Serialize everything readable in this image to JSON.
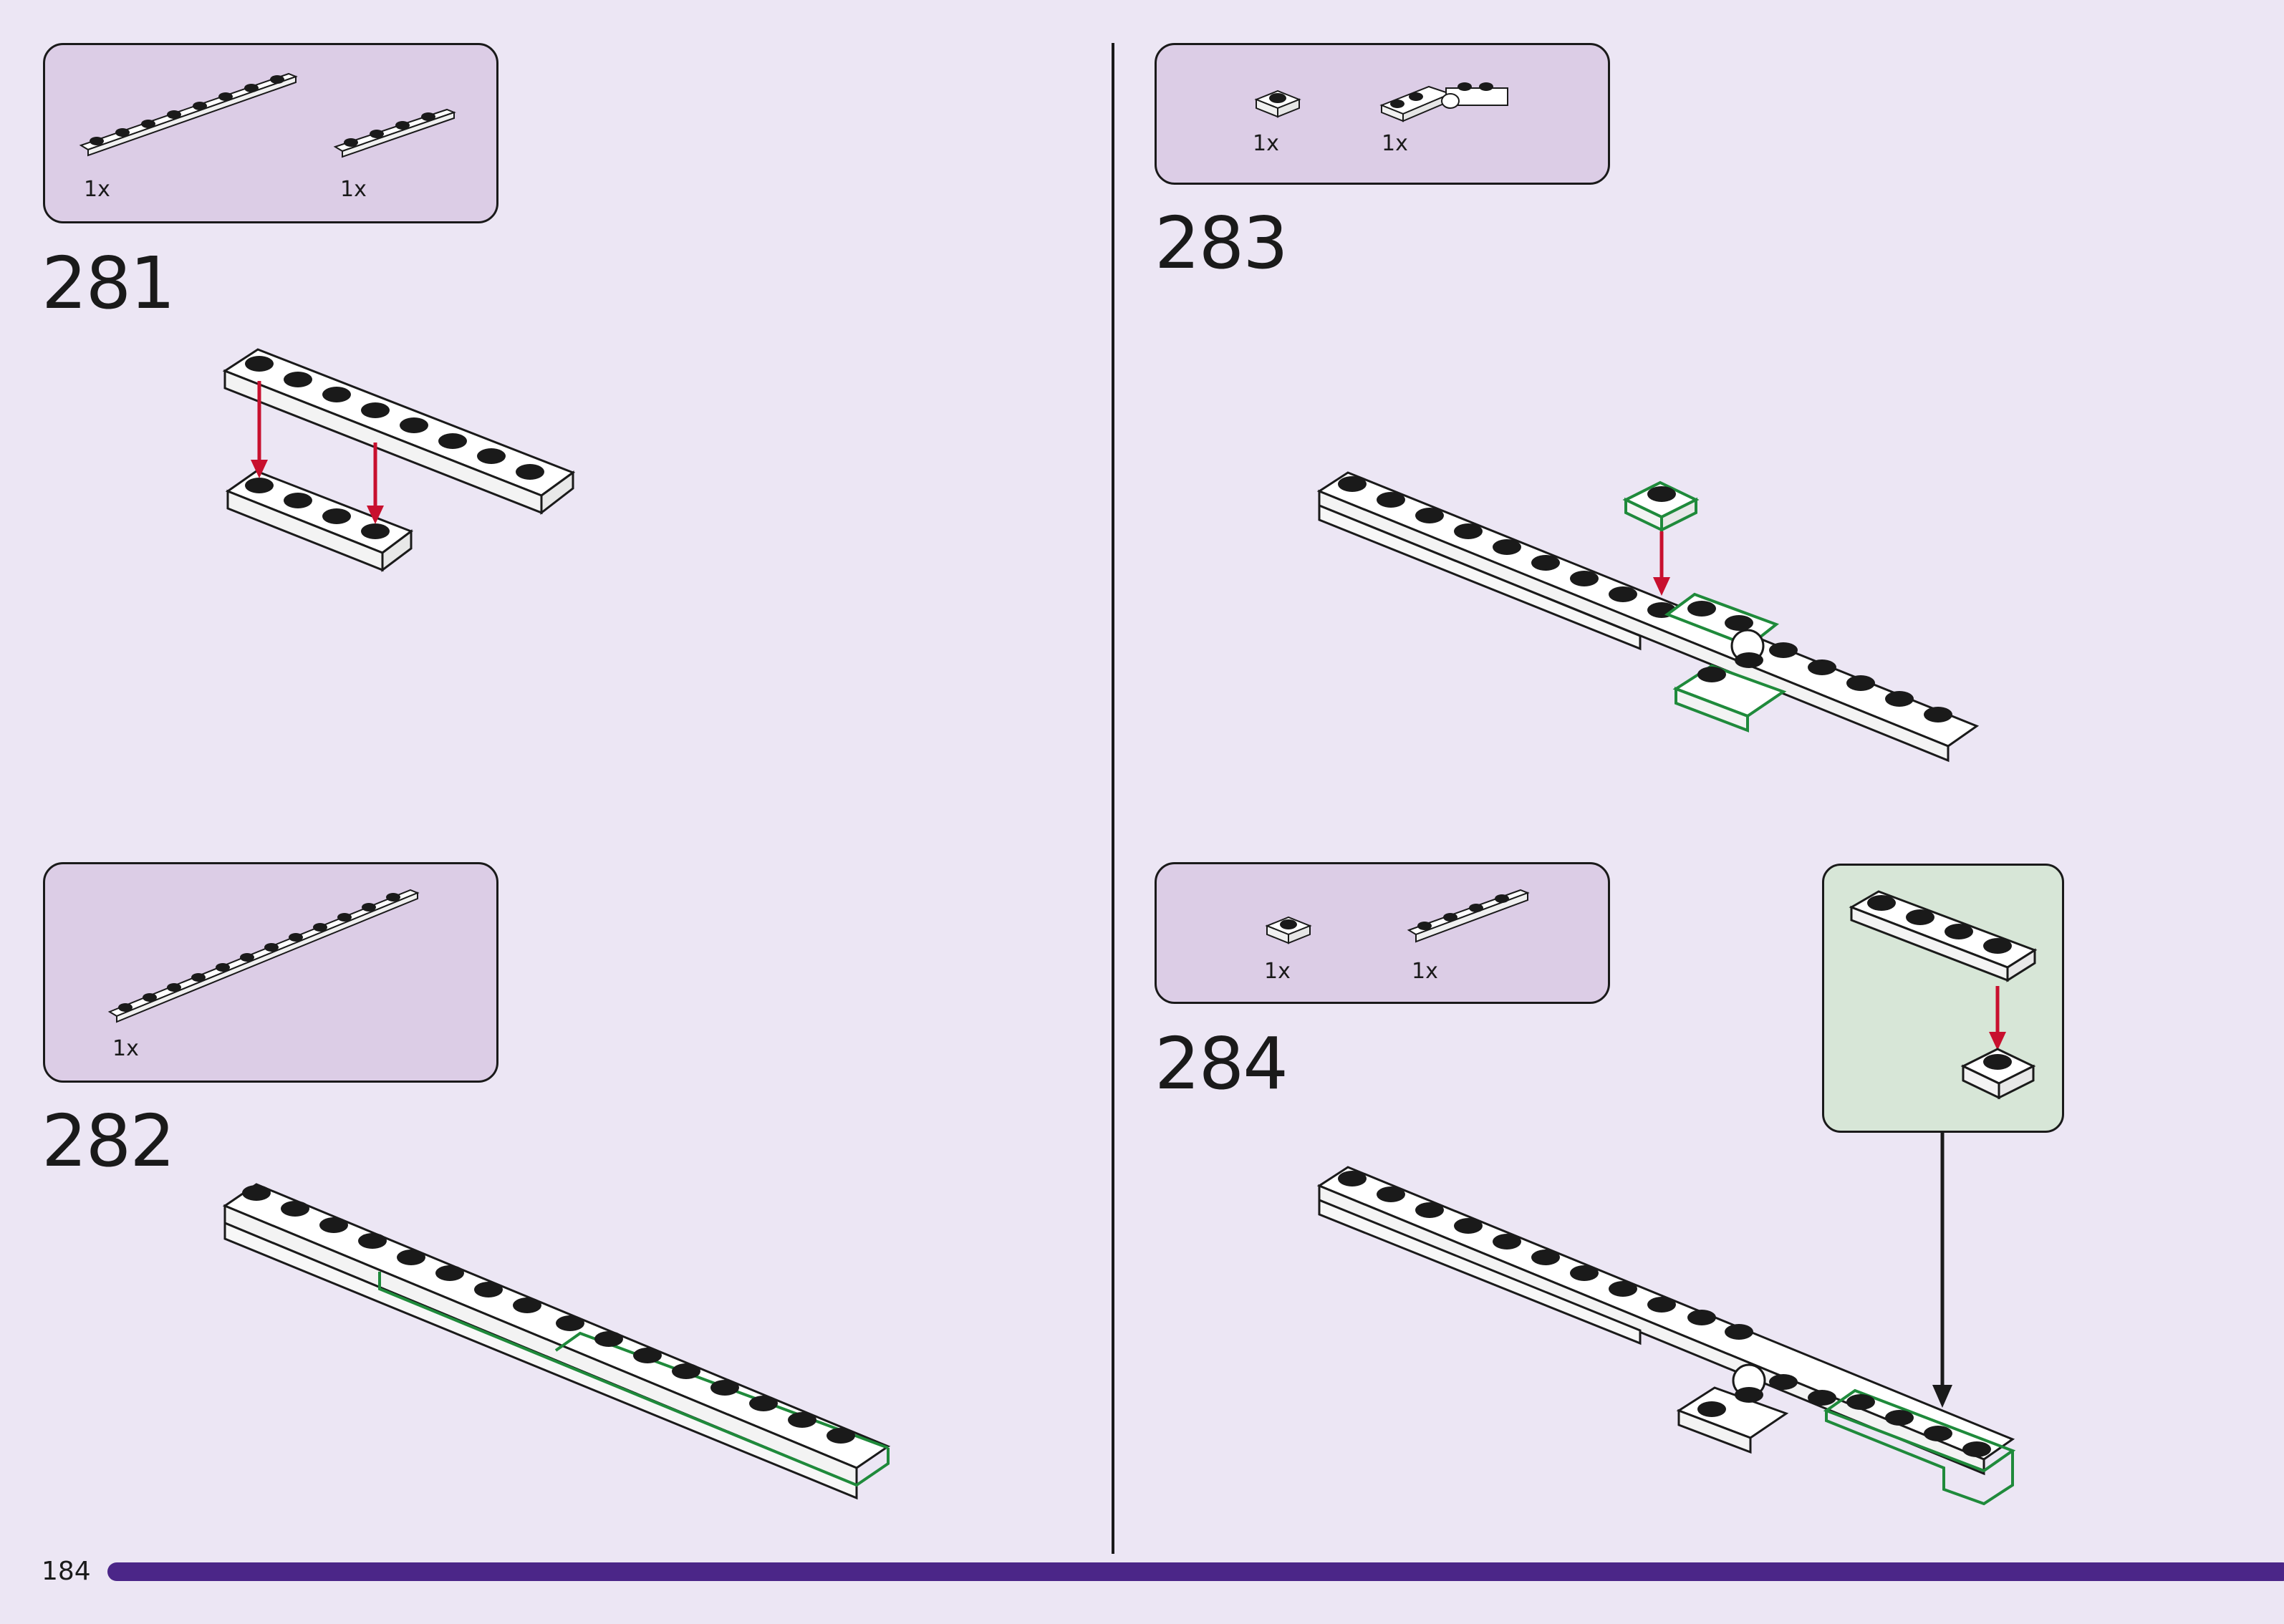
{
  "page": {
    "number": "184",
    "bar_color": "#4b2688",
    "background": "#ece6f4"
  },
  "steps": [
    {
      "number": "281",
      "parts": [
        {
          "qty": "1x",
          "icon": "plate-1x8"
        },
        {
          "qty": "1x",
          "icon": "plate-1x4"
        }
      ]
    },
    {
      "number": "282",
      "parts": [
        {
          "qty": "1x",
          "icon": "plate-1x12"
        }
      ]
    },
    {
      "number": "283",
      "parts": [
        {
          "qty": "1x",
          "icon": "plate-1x1"
        },
        {
          "qty": "1x",
          "icon": "hinge-plate"
        }
      ]
    },
    {
      "number": "284",
      "parts": [
        {
          "qty": "1x",
          "icon": "plate-1x1"
        },
        {
          "qty": "1x",
          "icon": "plate-1x4"
        }
      ]
    }
  ],
  "colors": {
    "parts_box": "#dccde6",
    "callout": "#d7e6d7",
    "arrow_red": "#c8102e",
    "highlight_green": "#1f8a3b"
  }
}
